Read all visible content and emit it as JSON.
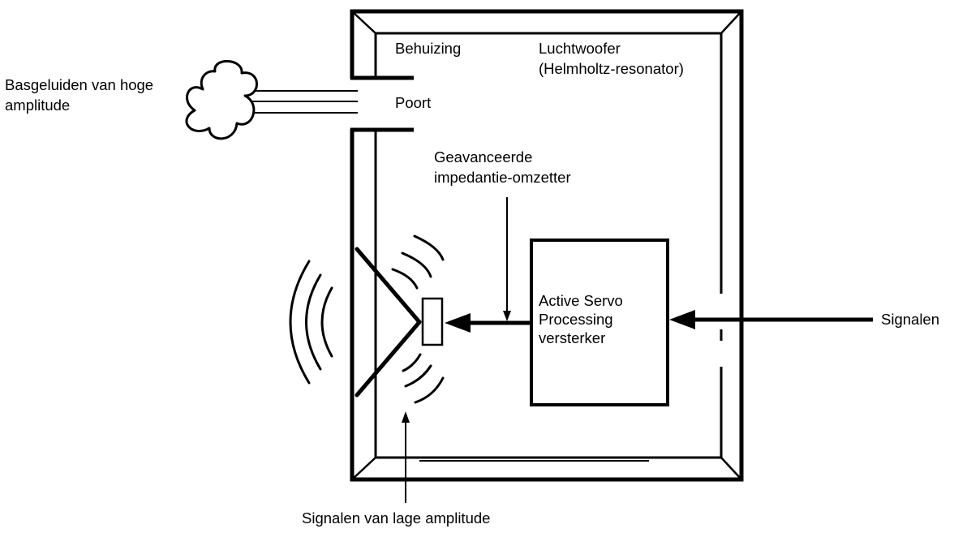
{
  "labels": {
    "bass_high_amplitude_line1": "Basgeluiden van hoge",
    "bass_high_amplitude_line2": "amplitude",
    "enclosure": "Behuizing",
    "air_woofer_line1": "Luchtwoofer",
    "air_woofer_line2": "(Helmholtz-resonator)",
    "port": "Poort",
    "impedance_converter_line1": "Geavanceerde",
    "impedance_converter_line2": "impedantie-omzetter",
    "amplifier_line1": "Active Servo",
    "amplifier_line2": "Processing",
    "amplifier_line3": "versterker",
    "signals": "Signalen",
    "low_amplitude_signals": "Signalen van lage amplitude"
  },
  "colors": {
    "stroke": "#000000",
    "background": "#ffffff"
  }
}
